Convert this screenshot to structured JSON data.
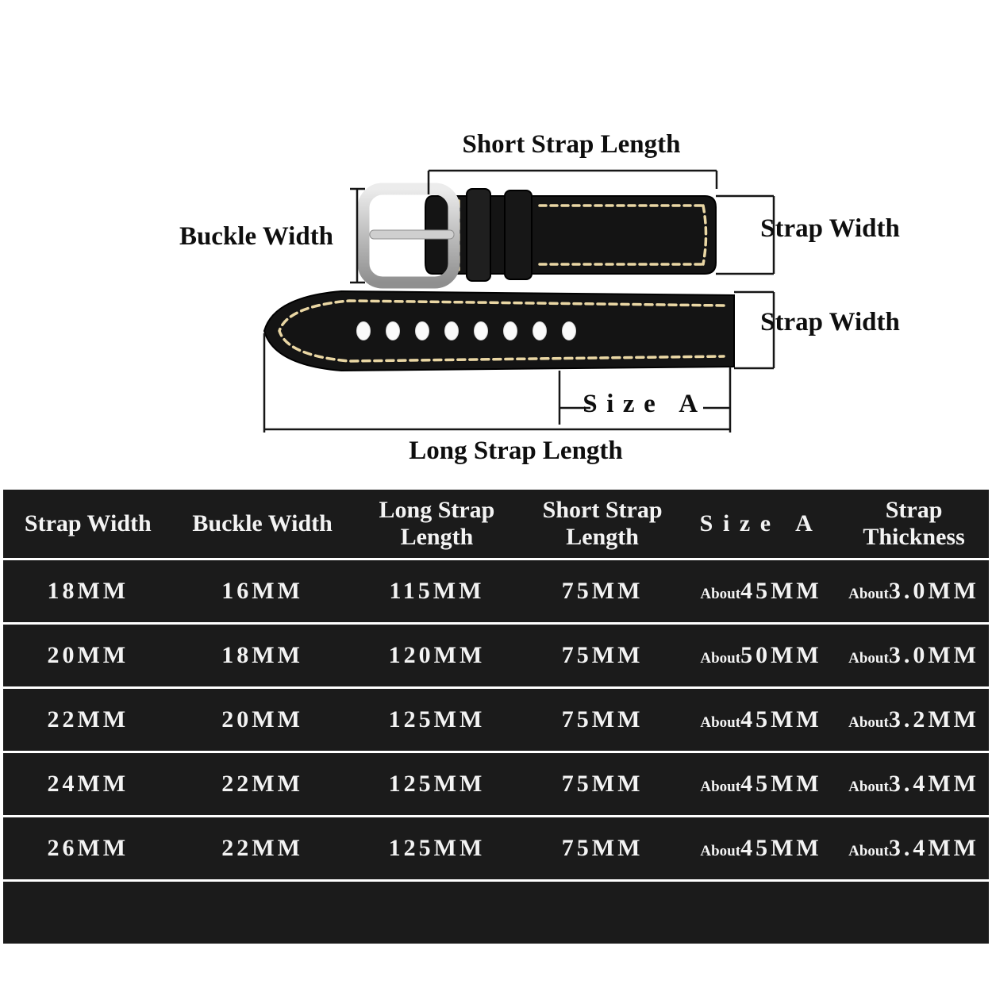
{
  "diagram": {
    "short_strap_length_label": "Short Strap Length",
    "buckle_width_label": "Buckle Width",
    "strap_width_top_label": "Strap Width",
    "strap_width_bottom_label": "Strap Width",
    "size_a_label": "Size A",
    "long_strap_length_label": "Long Strap Length",
    "colors": {
      "strap": "#141414",
      "stitching": "#ead7a4",
      "buckle": "#c9c9c9",
      "dimension_lines": "#161616"
    }
  },
  "table": {
    "colors": {
      "background": "#1b1b1b",
      "text": "#f3f3f3",
      "divider": "#ffffff"
    },
    "headers": [
      {
        "line1": "Strap Width",
        "line2": ""
      },
      {
        "line1": "Buckle Width",
        "line2": ""
      },
      {
        "line1": "Long Strap",
        "line2": "Length"
      },
      {
        "line1": "Short Strap",
        "line2": "Length"
      },
      {
        "line1": "Size A",
        "line2": ""
      },
      {
        "line1": "Strap",
        "line2": "Thickness"
      }
    ],
    "rows": [
      {
        "cells": [
          {
            "prefix": "",
            "value": "18MM"
          },
          {
            "prefix": "",
            "value": "16MM"
          },
          {
            "prefix": "",
            "value": "115MM"
          },
          {
            "prefix": "",
            "value": "75MM"
          },
          {
            "prefix": "About",
            "value": "45MM"
          },
          {
            "prefix": "About",
            "value": "3.0MM"
          }
        ]
      },
      {
        "cells": [
          {
            "prefix": "",
            "value": "20MM"
          },
          {
            "prefix": "",
            "value": "18MM"
          },
          {
            "prefix": "",
            "value": "120MM"
          },
          {
            "prefix": "",
            "value": "75MM"
          },
          {
            "prefix": "About",
            "value": "50MM"
          },
          {
            "prefix": "About",
            "value": "3.0MM"
          }
        ]
      },
      {
        "cells": [
          {
            "prefix": "",
            "value": "22MM"
          },
          {
            "prefix": "",
            "value": "20MM"
          },
          {
            "prefix": "",
            "value": "125MM"
          },
          {
            "prefix": "",
            "value": "75MM"
          },
          {
            "prefix": "About",
            "value": "45MM"
          },
          {
            "prefix": "About",
            "value": "3.2MM"
          }
        ]
      },
      {
        "cells": [
          {
            "prefix": "",
            "value": "24MM"
          },
          {
            "prefix": "",
            "value": "22MM"
          },
          {
            "prefix": "",
            "value": "125MM"
          },
          {
            "prefix": "",
            "value": "75MM"
          },
          {
            "prefix": "About",
            "value": "45MM"
          },
          {
            "prefix": "About",
            "value": "3.4MM"
          }
        ]
      },
      {
        "cells": [
          {
            "prefix": "",
            "value": "26MM"
          },
          {
            "prefix": "",
            "value": "22MM"
          },
          {
            "prefix": "",
            "value": "125MM"
          },
          {
            "prefix": "",
            "value": "75MM"
          },
          {
            "prefix": "About",
            "value": "45MM"
          },
          {
            "prefix": "About",
            "value": "3.4MM"
          }
        ]
      }
    ]
  }
}
